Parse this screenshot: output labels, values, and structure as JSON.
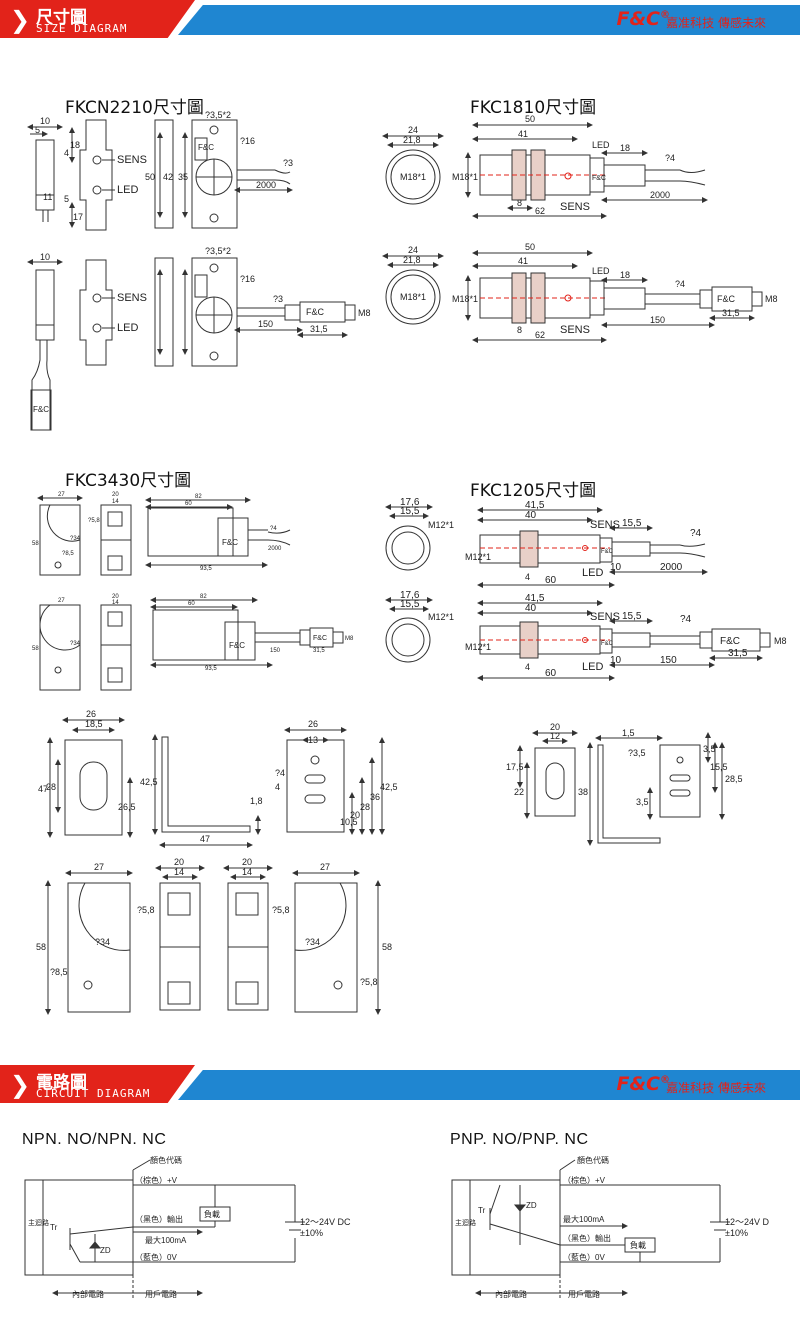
{
  "banners": {
    "size": {
      "zh": "尺寸圖",
      "en": "SIZE DIAGRAM"
    },
    "circuit": {
      "zh": "電路圖",
      "en": "CIRCUIT DIAGRAM"
    },
    "logo": "F&C",
    "logo_mark": "®",
    "slogan": "嘉准科技 傳感未來"
  },
  "sizes": {
    "fkcn2210": {
      "title": "FKCN2210尺寸圖",
      "sens": "SENS",
      "led": "LED",
      "brand": "F&C",
      "dims": [
        "10",
        "5",
        "18",
        "4",
        "5",
        "11",
        "17",
        "50",
        "42",
        "35",
        "?3,5*2",
        "?16",
        "?3",
        "2000",
        "150",
        "31,5",
        "M8"
      ]
    },
    "fkc1810": {
      "title": "FKC1810尺寸圖",
      "sens": "SENS",
      "led": "LED",
      "brand": "F&C",
      "dims": [
        "24",
        "21,8",
        "M18*1",
        "50",
        "41",
        "18",
        "?4",
        "8",
        "62",
        "2000",
        "150",
        "31,5",
        "M8"
      ]
    },
    "fkc3430": {
      "title": "FKC3430尺寸圖",
      "brand": "F&C",
      "dims": [
        "27",
        "20",
        "14",
        "82",
        "60",
        "?5,8",
        "?34",
        "?4",
        "2000",
        "58",
        "93,5",
        "?8,5",
        "150",
        "31,5",
        "M8"
      ]
    },
    "fkc1205": {
      "title": "FKC1205尺寸圖",
      "sens": "SENS",
      "led": "LED",
      "brand": "F&C",
      "dims": [
        "17,6",
        "15,5",
        "M12*1",
        "41,5",
        "40",
        "15,5",
        "?4",
        "4",
        "10",
        "60",
        "2000",
        "150",
        "31,5",
        "M8"
      ]
    },
    "bracket18": {
      "dims": [
        "26",
        "18,5",
        "47",
        "28",
        "26,5",
        "42,5",
        "47",
        "1,8",
        "26",
        "13",
        "?4",
        "4",
        "10,5",
        "20",
        "28",
        "36",
        "42,5"
      ]
    },
    "bracket12": {
      "dims": [
        "20",
        "12",
        "1,5",
        "?3,5",
        "17,5",
        "22",
        "38",
        "3,5",
        "3,5",
        "15,5",
        "28,5"
      ]
    },
    "bracket3430": {
      "dims": [
        "27",
        "20",
        "14",
        "20",
        "14",
        "27",
        "?5,8",
        "?34",
        "58",
        "?8,5",
        "?5,8",
        "?34",
        "58",
        "?5,8"
      ]
    }
  },
  "circuits": {
    "npn": {
      "title": "NPN. NO/NPN. NC",
      "color_code": "顏色代碼",
      "brown": "（棕色）+V",
      "black": "（黑色）輸出",
      "max": "最大100mA",
      "blue": "（藍色）0V",
      "load": "負載",
      "supply": "12～24V DC",
      "tol": "±10%",
      "main": "主迴路",
      "tr": "Tr",
      "zd": "ZD",
      "inner": "內部電路",
      "user": "用戶電路"
    },
    "pnp": {
      "title": "PNP. NO/PNP. NC",
      "color_code": "顏色代碼",
      "brown": "（棕色）+V",
      "black": "（黑色）輸出",
      "max": "最大100mA",
      "blue": "（藍色）0V",
      "load": "負載",
      "supply": "12～24V D",
      "tol": "±10%",
      "main": "主迴路",
      "tr": "Tr",
      "zd": "ZD",
      "inner": "內部電路",
      "user": "用戶電路"
    }
  }
}
